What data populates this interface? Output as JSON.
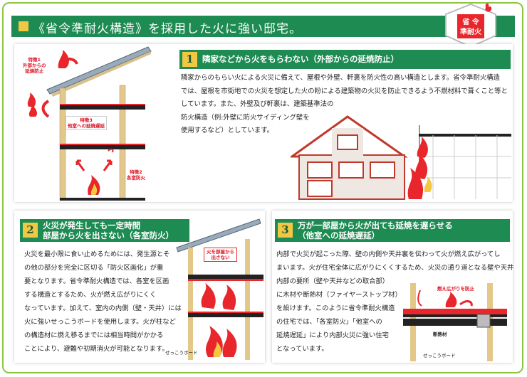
{
  "header": {
    "title": "《省令準耐火構造》を採用した火に強い邸宅。",
    "badge_line1": "省 令",
    "badge_line2": "準耐火"
  },
  "section1": {
    "number": "1",
    "title": "隣家などから火をもらわない（外部からの延焼防止）",
    "lines": [
      "隣家からのもらい火による火災に備えて、屋根や外壁、軒裏を防火性の高い構造とします。省令準耐火構造",
      "では、屋根を市街地での火災を想定した火の粉による建築物の火災を防止できるよう不燃材料で葺くこと等と",
      "しています。また、外壁及び軒裏は、建築基準法の",
      "防火構造（例:外壁に防火サイディング壁を",
      "使用するなど）としています。"
    ]
  },
  "diagram1": {
    "feature1": [
      "特徴1",
      "外部からの",
      "延焼防止"
    ],
    "feature3": [
      "特徴3",
      "他室への延焼遅延"
    ],
    "feature2": [
      "特徴2",
      "各室防火"
    ]
  },
  "section2": {
    "number": "2",
    "title_line1": "火災が発生しても一定時間",
    "title_line2": "部屋から火を出さない（各室防火）",
    "lines": [
      "火災を最小限に食い止めるためには、発生源とそ",
      "の他の部分を完全に区切る「防火区画化」が重",
      "要となります。省令準耐火構造では、各室を区画",
      "する構造とするため、火が燃え広がりにくく",
      "なっています。加えて、室内の内側（壁・天井）には",
      "火に強いせっこうボードを使用します。火が柱など",
      "の構造材に燃え移るまでには相当時間がかかる",
      "ことにより、避難や初期消火が可能となります。"
    ],
    "diagram_label": [
      "火を部屋から",
      "出さない"
    ],
    "board_label": "せっこうボード"
  },
  "section3": {
    "number": "3",
    "title_line1": "万が一部屋から火が出ても延焼を遅らせる",
    "title_line2": "（他室への延焼遅延）",
    "lines": [
      "内部で火災が起こった際、壁の内側や天井裏を伝わって火が燃え広がってし",
      "まいます。火が住宅全体に広がりにくくするため、火災の通り道となる壁や天井",
      "内部の要所（壁や天井などの取合部）",
      "に木材や断熱材（ファイヤーストップ材）",
      "を設けます。このように省令準耐火構造",
      "の住宅では、「各室防火」「他室への",
      "延焼遅延」により内部火災に強い住宅",
      "となっています。"
    ],
    "diagram_label": "燃え広がりを防止",
    "insulation_label": "断熱材",
    "board_label": "せっこうボード"
  },
  "colors": {
    "green": "#1d8b52",
    "yellow": "#f2c744",
    "fire": "#e8262b",
    "frame": "#8cc63f"
  }
}
